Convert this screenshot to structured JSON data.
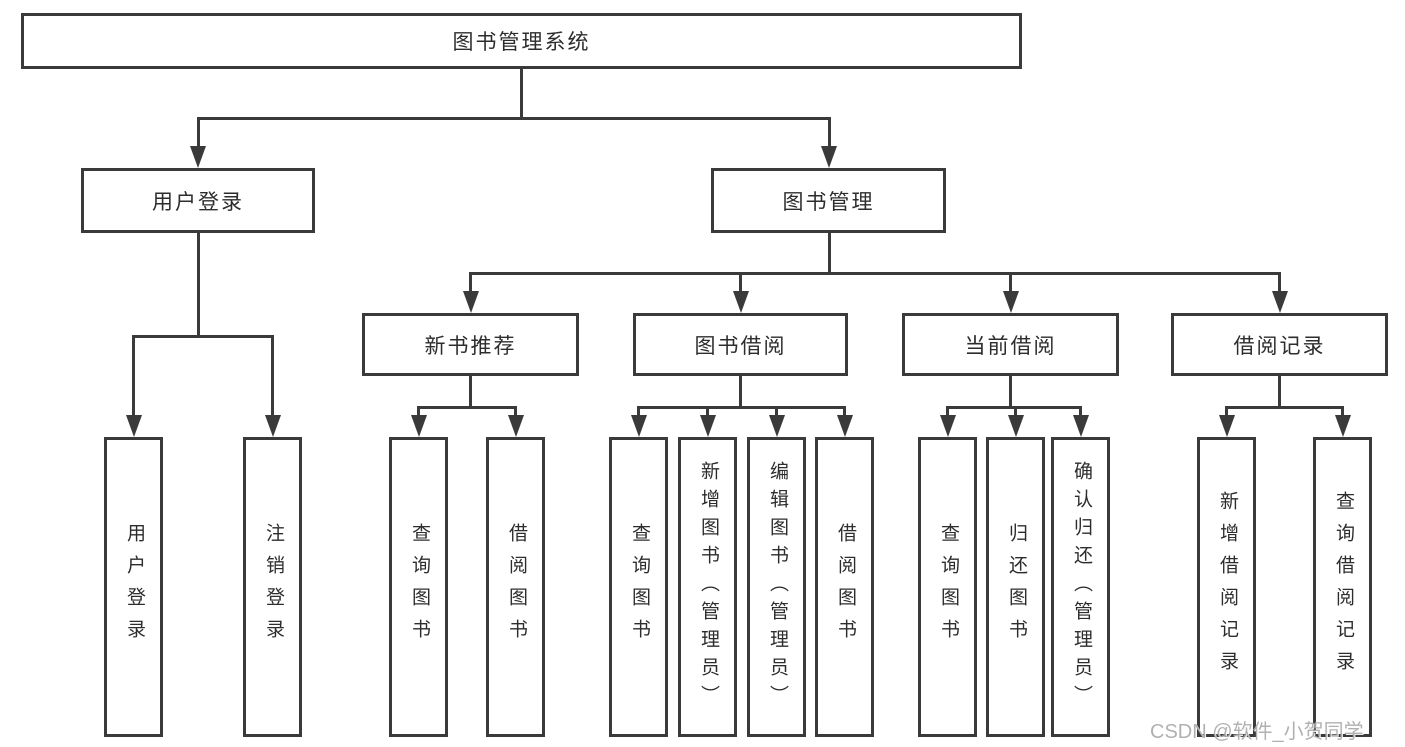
{
  "tree": {
    "root": {
      "label": "图书管理系统"
    },
    "branches": [
      {
        "label": "用户登录",
        "children": [
          {
            "label": "用户登录"
          },
          {
            "label": "注销登录"
          }
        ]
      },
      {
        "label": "图书管理",
        "children": [
          {
            "label": "新书推荐",
            "children": [
              {
                "label": "查询图书"
              },
              {
                "label": "借阅图书"
              }
            ]
          },
          {
            "label": "图书借阅",
            "children": [
              {
                "label": "查询图书"
              },
              {
                "label": "新增图书（管理员）"
              },
              {
                "label": "编辑图书（管理员）"
              },
              {
                "label": "借阅图书"
              }
            ]
          },
          {
            "label": "当前借阅",
            "children": [
              {
                "label": "查询图书"
              },
              {
                "label": "归还图书"
              },
              {
                "label": "确认归还（管理员）"
              }
            ]
          },
          {
            "label": "借阅记录",
            "children": [
              {
                "label": "新增借阅记录"
              },
              {
                "label": "查询借阅记录"
              }
            ]
          }
        ]
      }
    ]
  },
  "watermark": {
    "text": "CSDN @软件_小贺同学"
  },
  "colors": {
    "line": "#3a3a3a",
    "text": "#2d2d2d",
    "box_background": "#ffffff",
    "page_background": "#ffffff",
    "watermark": "#a8a8a8"
  }
}
